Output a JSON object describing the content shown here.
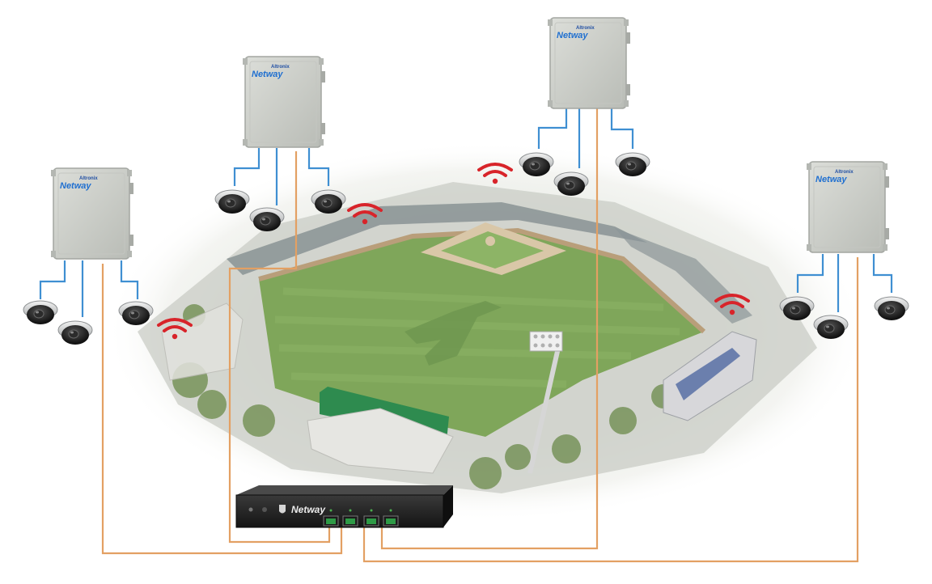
{
  "brand": {
    "small_label": "Altronix",
    "product_label": "Netway"
  },
  "colors": {
    "cable_orange": "#E3A063",
    "cable_blue": "#3F8FD2",
    "enclosure_grey": "#CDCFCB",
    "switch_black": "#1C1C1C",
    "wifi_red": "#D8242A",
    "field_green": "#7FA65A",
    "infield_dirt": "#D9C7A8"
  },
  "enclosures": [
    {
      "id": "enclosure-1",
      "cameras": 3
    },
    {
      "id": "enclosure-2",
      "cameras": 3
    },
    {
      "id": "enclosure-3",
      "cameras": 3
    },
    {
      "id": "enclosure-4",
      "cameras": 3
    }
  ],
  "switch": {
    "ports_used": 4
  },
  "icons": [
    "dome-camera-icon",
    "wifi-signal-icon",
    "outdoor-enclosure-icon",
    "netway-switch-icon",
    "stadium-illustration"
  ]
}
